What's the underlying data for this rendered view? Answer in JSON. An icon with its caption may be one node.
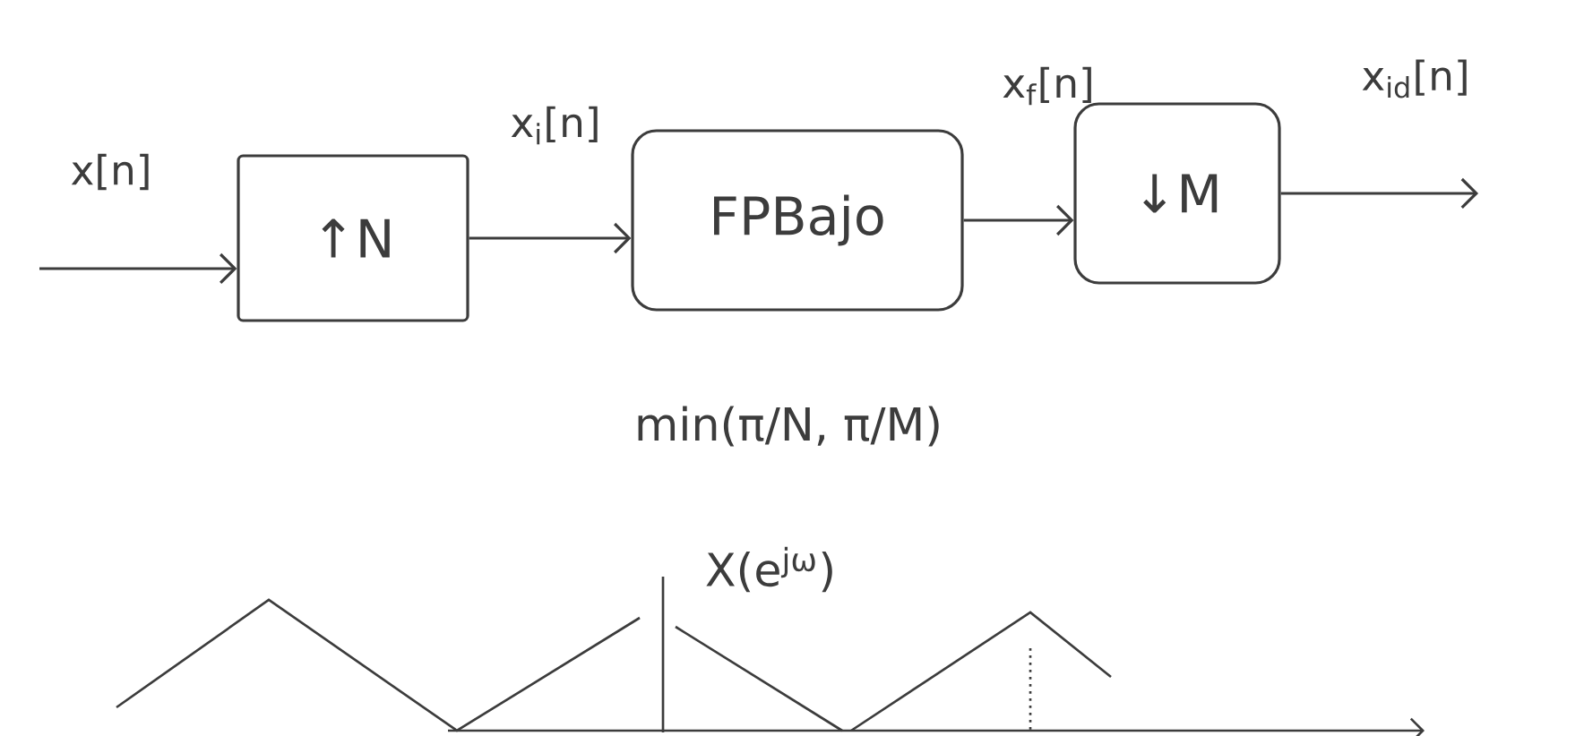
{
  "diagram": {
    "nodes": [
      {
        "text": [
          "↑N"
        ]
      },
      {
        "text": [
          "FPBajo"
        ]
      },
      {
        "text": [
          "↓M"
        ]
      }
    ],
    "edges": [
      {
        "from": null,
        "to": 0,
        "arrow": "to",
        "label": "x[n]"
      },
      {
        "from": 0,
        "to": 1,
        "arrow": "to",
        "label": "x$_{i}$[n]"
      },
      {
        "from": 1,
        "to": 2,
        "arrow": "to",
        "label": "x$_{f}$[n]"
      },
      {
        "from": 2,
        "to": null,
        "arrow": "to",
        "label": "x$_{id}$[n]"
      }
    ],
    "labels": [
      "min(π/N, π/M)",
      "X(e$^{jω}$)"
    ]
  }
}
